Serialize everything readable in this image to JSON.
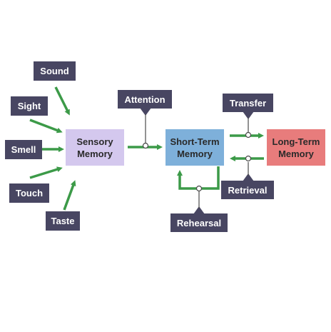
{
  "colors": {
    "arrow": "#3c9a48",
    "connector": "#4a4a4a",
    "label_bg": "#484662",
    "label_text": "#ffffff",
    "sensory_fill": "#d4c8ee",
    "short_term_fill": "#7eb0da",
    "long_term_fill": "#e87c7c",
    "memory_text_dark": "#2a2a2a",
    "memory_text_light": "#ffffff"
  },
  "inputs": {
    "sound": "Sound",
    "sight": "Sight",
    "smell": "Smell",
    "touch": "Touch",
    "taste": "Taste"
  },
  "memories": {
    "sensory": "Sensory\nMemory",
    "short_term": "Short-Term\nMemory",
    "long_term": "Long-Term\nMemory"
  },
  "processes": {
    "attention": "Attention",
    "transfer": "Transfer",
    "retrieval": "Retrieval",
    "rehearsal": "Rehearsal"
  }
}
